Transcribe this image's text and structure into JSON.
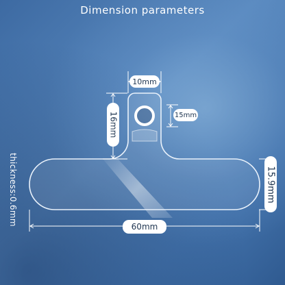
{
  "title": "Dimension parameters",
  "dimensions": {
    "top_width": "10mm",
    "hole": "15mm",
    "tab_height": "16mm",
    "thickness": "thickness:0.6mm",
    "height": "15.9mm",
    "width": "60mm"
  },
  "colors": {
    "background": "#4a74a7",
    "label_fill": "#ffffff",
    "label_text": "#1f3550",
    "outline": "#eaf2fb"
  }
}
